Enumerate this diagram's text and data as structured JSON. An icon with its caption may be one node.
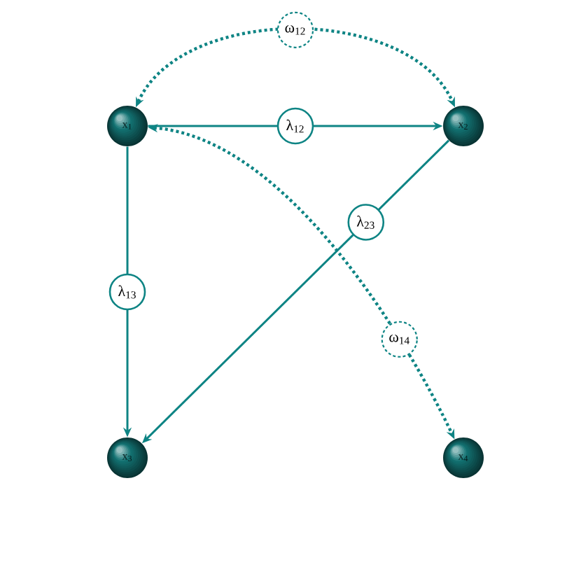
{
  "diagram": {
    "nodes": [
      {
        "text": [
          "x$_{1}$"
        ]
      },
      {
        "text": [
          "x$_{2}$"
        ]
      },
      {
        "text": [
          "x$_{3}$"
        ]
      },
      {
        "text": [
          "x$_{4}$"
        ]
      }
    ],
    "edges": [
      {
        "from": 0,
        "to": 1,
        "arrow": "both",
        "label": "ω$_{12}$",
        "style": "dashed"
      },
      {
        "from": 0,
        "to": 1,
        "arrow": "to",
        "label": "λ$_{12}$"
      },
      {
        "from": 0,
        "to": 2,
        "arrow": "to",
        "label": "λ$_{13}$"
      },
      {
        "from": 1,
        "to": 2,
        "arrow": "to",
        "label": "λ$_{23}$"
      },
      {
        "from": 0,
        "to": 3,
        "arrow": "both",
        "label": "ω$_{14}$",
        "style": "dashed"
      }
    ]
  }
}
